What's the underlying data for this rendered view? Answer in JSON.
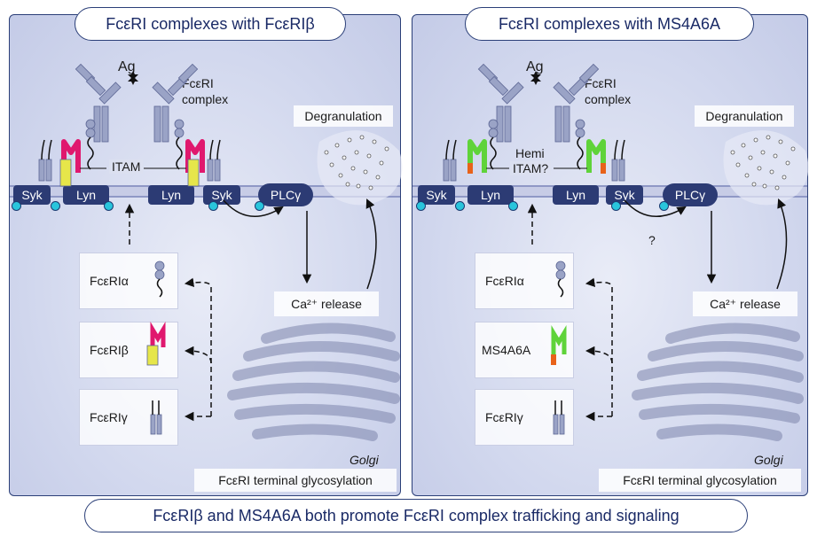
{
  "left": {
    "title": "FcεRI complexes with FcεRIβ",
    "ag": "Ag",
    "complex_label": "FcεRI complex",
    "itam": "ITAM",
    "kinases": [
      "Syk",
      "Lyn",
      "Lyn",
      "Syk",
      "PLCγ"
    ],
    "degranulation": "Degranulation",
    "ca_release": "Ca²⁺ release",
    "subunits": [
      "FcεRIα",
      "FcεRIβ",
      "FcεRIγ"
    ],
    "golgi": "Golgi",
    "glycosylation": "FcεRI terminal glycosylation"
  },
  "right": {
    "title": "FcεRI complexes with MS4A6A",
    "ag": "Ag",
    "complex_label": "FcεRI complex",
    "itam_line1": "Hemi",
    "itam_line2": "ITAM?",
    "kinases": [
      "Syk",
      "Lyn",
      "Lyn",
      "Syk",
      "PLCγ"
    ],
    "question": "?",
    "degranulation": "Degranulation",
    "ca_release": "Ca²⁺ release",
    "subunits": [
      "FcεRIα",
      "MS4A6A",
      "FcεRIγ"
    ],
    "golgi": "Golgi",
    "glycosylation": "FcεRI terminal glycosylation"
  },
  "banner": "FcεRIβ and MS4A6A both promote FcεRI complex trafficking and signaling",
  "colors": {
    "navy": "#2c3b74",
    "membrane": "#c7cce6",
    "cyan_dot": "#29c5dc",
    "beta_m": "#e0186e",
    "beta_tail": "#e6e64a",
    "ms4a6a_m": "#5fd33a",
    "ms4a6a_tail": "#e8621a",
    "receptor_grey": "#9aa3c6"
  }
}
